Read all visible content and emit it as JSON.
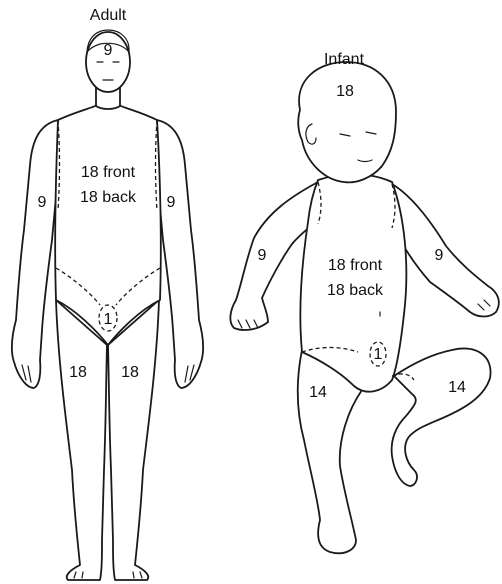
{
  "adult": {
    "title": "Adult",
    "head": "9",
    "trunk_front": "18 front",
    "trunk_back": "18 back",
    "arm_right": "9",
    "arm_left": "9",
    "perineum": "1",
    "leg_right": "18",
    "leg_left": "18"
  },
  "infant": {
    "title": "Infant",
    "head": "18",
    "trunk_front": "18 front",
    "trunk_back": "18 back",
    "arm_right": "9",
    "arm_left": "9",
    "perineum": "1",
    "leg_right": "14",
    "leg_left": "14"
  },
  "colors": {
    "line": "#1a1a1a",
    "background": "#ffffff"
  }
}
